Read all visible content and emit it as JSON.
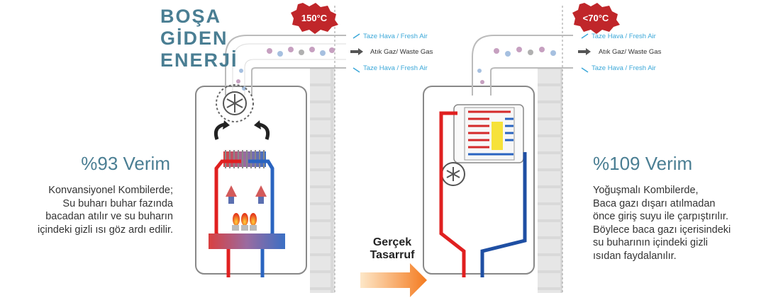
{
  "title": {
    "line1": "BOŞA",
    "line2": "GİDEN",
    "line3": "ENERJİ"
  },
  "left": {
    "badge": "150°C",
    "efficiency": "%93 Verim",
    "desc": [
      "Konvansiyonel Kombilerde;",
      "Su buharı buhar fazında",
      "bacadan atılır ve su buharın",
      "içindeki gizli ısı göz ardı edilir."
    ],
    "flow": {
      "fresh_top": "Taze Hava / Fresh Air",
      "waste": "Atık Gaz/ Waste Gas",
      "fresh_bottom": "Taze Hava / Fresh Air"
    }
  },
  "right": {
    "badge": "<70°C",
    "efficiency": "%109 Verim",
    "desc": [
      "Yoğuşmalı Kombilerde,",
      "Baca gazı dışarı atılmadan",
      "önce giriş suyu ile çarpıştırılır.",
      "Böylece baca gazı içerisindeki",
      "su buharının içindeki gizli",
      "ısıdan  faydalanılır."
    ],
    "flow": {
      "fresh_top": "Taze Hava / Fresh Air",
      "waste": "Atık Gaz/ Waste Gas",
      "fresh_bottom": "Taze Hava / Fresh Air"
    }
  },
  "savings": {
    "line1": "Gerçek",
    "line2": "Tasarruf"
  },
  "colors": {
    "accent": "#4a7e93",
    "hot": "#d42a2a",
    "cold": "#1f4fa3",
    "arrow": "#f47b20",
    "badge": "#c0262a",
    "air": "#3aa7d8"
  }
}
